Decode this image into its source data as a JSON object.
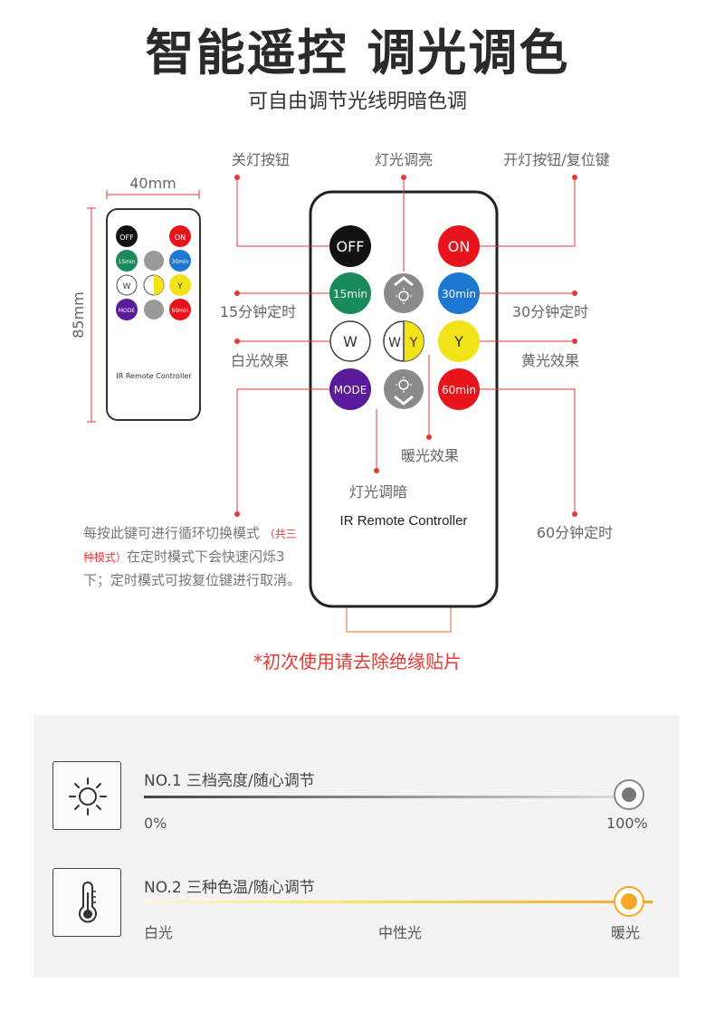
{
  "header": {
    "title": "智能遥控 调光调色",
    "subtitle": "可自由调节光线明暗色调"
  },
  "small_remote": {
    "width_label": "40mm",
    "height_label": "85mm",
    "brand_label": "IR Remote Controller"
  },
  "big_remote": {
    "brand_label": "IR Remote Controller",
    "buttons": {
      "off": "OFF",
      "on": "ON",
      "min15": "15min",
      "min30": "30min",
      "min60": "60min",
      "w": "W",
      "y": "Y",
      "wy_w": "W",
      "wy_y": "Y",
      "mode": "MODE"
    }
  },
  "callouts": {
    "off_button": "关灯按钮",
    "brighten": "灯光调亮",
    "on_button": "开灯按钮/复位键",
    "timer15": "15分钟定时",
    "timer30": "30分钟定时",
    "white": "白光效果",
    "yellow": "黄光效果",
    "warm": "暖光效果",
    "dim": "灯光调暗",
    "timer60": "60分钟定时"
  },
  "mode_note": {
    "line1": "每按此键可进行循环切换模式",
    "highlight": "（共三种模式）",
    "line2": "在定时模式下会快速闪烁3下；定时模式可按复位键进行取消。"
  },
  "warning": "*初次使用请去除绝缘贴片",
  "features": [
    {
      "icon": "sun-icon",
      "title": "NO.1 三档亮度/随心调节",
      "min_label": "0%",
      "max_label": "100%",
      "level": 1.0
    },
    {
      "icon": "thermometer-icon",
      "title": "NO.2 三种色温/随心调节",
      "left_label": "白光",
      "mid_label": "中性光",
      "right_label": "暖光",
      "level": 1.0
    }
  ],
  "colors": {
    "accent_red": "#e53935",
    "button_red": "#e8141b",
    "button_green": "#1a8a5a",
    "button_blue": "#1e78d2",
    "button_yellow": "#f2e21a",
    "button_purple": "#5a1a9a",
    "button_grey": "#8a8a8a",
    "warm_orange": "#f5a623"
  }
}
